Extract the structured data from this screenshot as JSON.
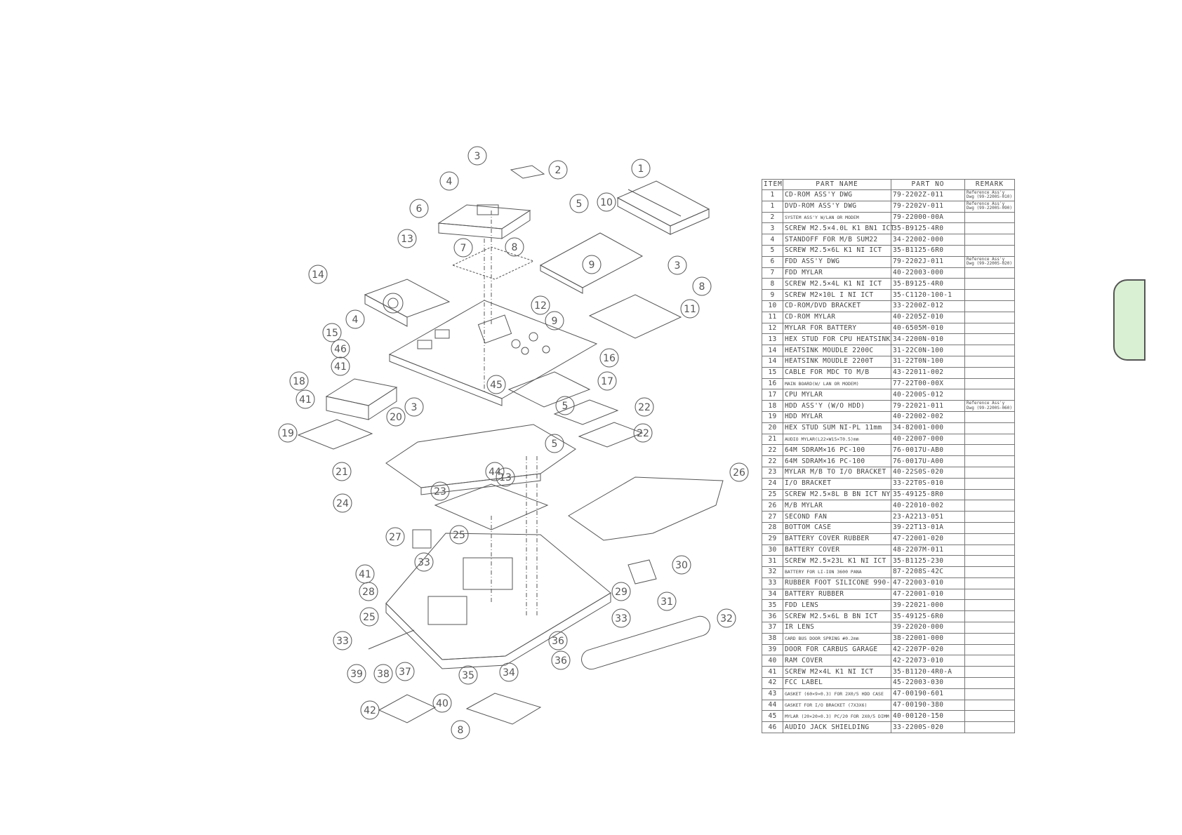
{
  "colors": {
    "line": "#555555",
    "tab_fill": "#d9f0d2"
  },
  "table": {
    "headers": {
      "item": "ITEM",
      "name": "PART    NAME",
      "part": "PART    NO",
      "remark": "REMARK"
    },
    "rows": [
      {
        "item": "1",
        "name": "CD-ROM ASS'Y DWG",
        "part": "79-2202Z-011",
        "remark": "Reference Ass'y Dwg (99-2200S-010)"
      },
      {
        "item": "1",
        "name": "DVD-ROM ASS'Y DWG",
        "part": "79-2202V-011",
        "remark": "Reference Ass'y Dwg (99-2200S-090)"
      },
      {
        "item": "2",
        "name": "SYSTEM ASS'Y W/LAN OR MODEM",
        "part": "79-22000-00A",
        "remark": ""
      },
      {
        "item": "3",
        "name": "SCREW M2.5×4.0L K1 BN1 ICT",
        "part": "35-B9125-4R0",
        "remark": ""
      },
      {
        "item": "4",
        "name": "STANDOFF FOR M/B SUM22",
        "part": "34-22002-000",
        "remark": ""
      },
      {
        "item": "5",
        "name": "SCREW M2.5×6L K1 NI ICT",
        "part": "35-B1125-6R0",
        "remark": ""
      },
      {
        "item": "6",
        "name": "FDD ASS'Y DWG",
        "part": "79-2202J-011",
        "remark": "Reference Ass'y Dwg (99-2200S-020)"
      },
      {
        "item": "7",
        "name": "FDD MYLAR",
        "part": "40-22003-000",
        "remark": ""
      },
      {
        "item": "8",
        "name": "SCREW M2.5×4L K1 NI ICT",
        "part": "35-B9125-4R0",
        "remark": ""
      },
      {
        "item": "9",
        "name": "SCREW M2×10L I NI ICT",
        "part": "35-C1120-100-1",
        "remark": ""
      },
      {
        "item": "10",
        "name": "CD-ROM/DVD BRACKET",
        "part": "33-2200Z-012",
        "remark": ""
      },
      {
        "item": "11",
        "name": "CD-ROM MYLAR",
        "part": "40-2205Z-010",
        "remark": ""
      },
      {
        "item": "12",
        "name": "MYLAR FOR BATTERY",
        "part": "40-6505M-010",
        "remark": ""
      },
      {
        "item": "13",
        "name": "HEX STUD FOR CPU HEATSINK",
        "part": "34-2200N-010",
        "remark": ""
      },
      {
        "item": "14",
        "name": "HEATSINK MOUDLE 2200C",
        "part": "31-22C0N-100",
        "remark": ""
      },
      {
        "item": "14",
        "name": "HEATSINK MOUDLE 2200T",
        "part": "31-22T0N-100",
        "remark": ""
      },
      {
        "item": "15",
        "name": "CABLE FOR MDC TO M/B",
        "part": "43-22011-002",
        "remark": ""
      },
      {
        "item": "16",
        "name": "MAIN BOARD(W/ LAN OR MODEM)",
        "part": "77-22T00-00X",
        "remark": ""
      },
      {
        "item": "17",
        "name": "CPU MYLAR",
        "part": "40-2200S-012",
        "remark": ""
      },
      {
        "item": "18",
        "name": "HDD ASS'Y (W/O HDD)",
        "part": "79-22021-011",
        "remark": "Reference Ass'y Dwg (99-2200S-060)"
      },
      {
        "item": "19",
        "name": "HDD MYLAR",
        "part": "40-22002-002",
        "remark": ""
      },
      {
        "item": "20",
        "name": "HEX STUD SUM NI-PL 11mm",
        "part": "34-82001-000",
        "remark": ""
      },
      {
        "item": "21",
        "name": "AUDIO MYLAR(L22×W15×T0.5)mm",
        "part": "40-22007-000",
        "remark": ""
      },
      {
        "item": "22",
        "name": "64M SDRAM×16 PC-100",
        "part": "76-0017U-AB0",
        "remark": ""
      },
      {
        "item": "22",
        "name": "64M SDRAM×16 PC-100",
        "part": "76-0017U-A00",
        "remark": ""
      },
      {
        "item": "23",
        "name": "MYLAR M/B TO I/O BRACKET",
        "part": "40-22S0S-020",
        "remark": ""
      },
      {
        "item": "24",
        "name": "I/O BRACKET",
        "part": "33-22T0S-010",
        "remark": ""
      },
      {
        "item": "25",
        "name": "SCREW M2.5×8L B BN ICT NY",
        "part": "35-49125-8R0",
        "remark": ""
      },
      {
        "item": "26",
        "name": "M/B MYLAR",
        "part": "40-22010-002",
        "remark": ""
      },
      {
        "item": "27",
        "name": "SECOND FAN",
        "part": "23-A2213-051",
        "remark": ""
      },
      {
        "item": "28",
        "name": "BOTTOM CASE",
        "part": "39-22T13-01A",
        "remark": ""
      },
      {
        "item": "29",
        "name": "BATTERY COVER RUBBER",
        "part": "47-22001-020",
        "remark": ""
      },
      {
        "item": "30",
        "name": "BATTERY COVER",
        "part": "48-2207M-011",
        "remark": ""
      },
      {
        "item": "31",
        "name": "SCREW M2.5×23L K1 NI ICT",
        "part": "35-B1125-230",
        "remark": ""
      },
      {
        "item": "32",
        "name": "BATTERY FOR LI-ION 3600 PANA",
        "part": "87-2208S-42C",
        "remark": ""
      },
      {
        "item": "33",
        "name": "RUBBER FOOT SILICONE 990-",
        "part": "47-22003-010",
        "remark": ""
      },
      {
        "item": "34",
        "name": "BATTERY RUBBER",
        "part": "47-22001-010",
        "remark": ""
      },
      {
        "item": "35",
        "name": "FDD LENS",
        "part": "39-22021-000",
        "remark": ""
      },
      {
        "item": "36",
        "name": "SCREW M2.5×6L B BN ICT",
        "part": "35-49125-6R0",
        "remark": ""
      },
      {
        "item": "37",
        "name": "IR LENS",
        "part": "39-22020-000",
        "remark": ""
      },
      {
        "item": "38",
        "name": "CARD BUS DOOR SPRING #0.2mm",
        "part": "38-22001-000",
        "remark": ""
      },
      {
        "item": "39",
        "name": "DOOR FOR CARBUS GARAGE",
        "part": "42-2207P-020",
        "remark": ""
      },
      {
        "item": "40",
        "name": "RAM COVER",
        "part": "42-22073-010",
        "remark": ""
      },
      {
        "item": "41",
        "name": "SCREW M2×4L K1 NI ICT",
        "part": "35-B1120-4R0-A",
        "remark": ""
      },
      {
        "item": "42",
        "name": "FCC LABEL",
        "part": "45-22003-030",
        "remark": ""
      },
      {
        "item": "43",
        "name": "GASKET (60×9×0.3) FOR 2X0/5 HDD CASE",
        "part": "47-00190-601",
        "remark": ""
      },
      {
        "item": "44",
        "name": "GASKET FOR I/O BRACKET (7X3X6)",
        "part": "47-00190-380",
        "remark": ""
      },
      {
        "item": "45",
        "name": "MYLAR (20×20×0.3) PC/20 FOR 2X0/5 DIMM",
        "part": "40-00120-150",
        "remark": ""
      },
      {
        "item": "46",
        "name": "AUDIO JACK SHIELDING",
        "part": "33-2200S-020",
        "remark": ""
      }
    ]
  },
  "callouts": [
    "1",
    "2",
    "3",
    "3",
    "3",
    "4",
    "4",
    "5",
    "5",
    "5",
    "6",
    "7",
    "8",
    "8",
    "8",
    "9",
    "9",
    "10",
    "11",
    "12",
    "13",
    "13",
    "14",
    "15",
    "16",
    "17",
    "18",
    "19",
    "20",
    "21",
    "22",
    "22",
    "23",
    "24",
    "25",
    "25",
    "26",
    "27",
    "28",
    "29",
    "30",
    "31",
    "32",
    "33",
    "33",
    "33",
    "34",
    "35",
    "36",
    "36",
    "37",
    "38",
    "39",
    "40",
    "41",
    "41",
    "41",
    "42",
    "44",
    "45",
    "46"
  ]
}
